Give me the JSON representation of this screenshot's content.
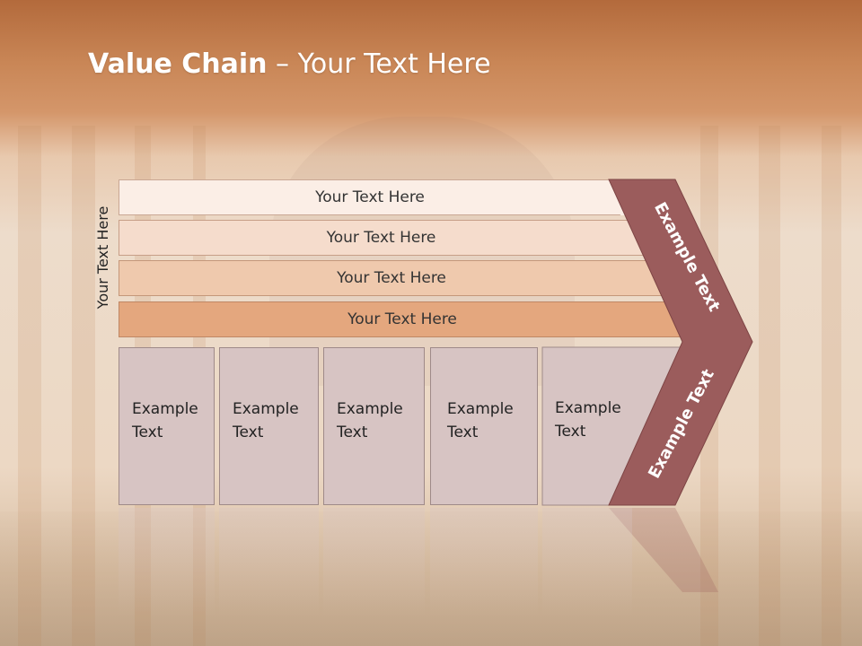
{
  "title": {
    "bold": "Value Chain",
    "rest": " – Your Text Here"
  },
  "side_label": "Your Text Here",
  "rows": [
    {
      "label": "Your Text Here",
      "color": "#fbeee6"
    },
    {
      "label": "Your Text Here",
      "color": "#f5dccc"
    },
    {
      "label": "Your Text Here",
      "color": "#efc9ad"
    },
    {
      "label": "Your Text Here",
      "color": "#e4a77e"
    }
  ],
  "boxes": [
    {
      "line1": "Example",
      "line2": "Text"
    },
    {
      "line1": "Example",
      "line2": "Text"
    },
    {
      "line1": "Example",
      "line2": "Text"
    },
    {
      "line1": "Example",
      "line2": "Text"
    },
    {
      "line1": "Example",
      "line2": "Text"
    }
  ],
  "chevron": {
    "upper": "Example Text",
    "lower": "Example Text",
    "color": "#9b5c5c"
  }
}
